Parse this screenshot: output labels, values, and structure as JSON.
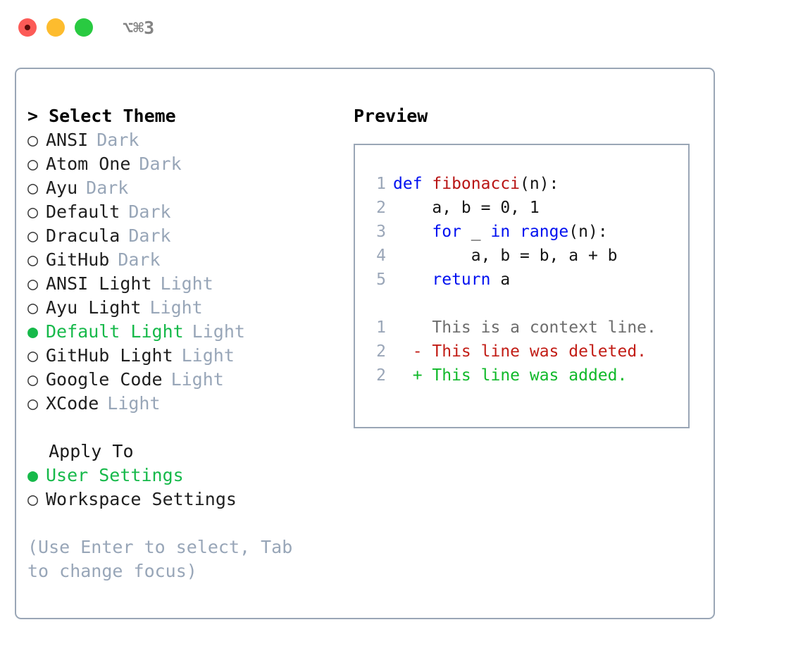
{
  "window": {
    "title": "⌥⌘3",
    "traffic_lights": [
      {
        "name": "close-button",
        "color": "#fc5b57"
      },
      {
        "name": "minimize-button",
        "color": "#fdbc2e"
      },
      {
        "name": "maximize-button",
        "color": "#29ca41"
      }
    ]
  },
  "theme_section": {
    "title": "> Select Theme",
    "options": [
      {
        "bullet": "○",
        "label": "ANSI",
        "tag": "Dark",
        "selected": false
      },
      {
        "bullet": "○",
        "label": "Atom One",
        "tag": "Dark",
        "selected": false
      },
      {
        "bullet": "○",
        "label": "Ayu",
        "tag": "Dark",
        "selected": false
      },
      {
        "bullet": "○",
        "label": "Default",
        "tag": "Dark",
        "selected": false
      },
      {
        "bullet": "○",
        "label": "Dracula",
        "tag": "Dark",
        "selected": false
      },
      {
        "bullet": "○",
        "label": "GitHub",
        "tag": "Dark",
        "selected": false
      },
      {
        "bullet": "○",
        "label": "ANSI Light",
        "tag": "Light",
        "selected": false
      },
      {
        "bullet": "○",
        "label": "Ayu Light",
        "tag": "Light",
        "selected": false
      },
      {
        "bullet": "●",
        "label": "Default Light",
        "tag": "Light",
        "selected": true
      },
      {
        "bullet": "○",
        "label": "GitHub Light",
        "tag": "Light",
        "selected": false
      },
      {
        "bullet": "○",
        "label": "Google Code",
        "tag": "Light",
        "selected": false
      },
      {
        "bullet": "○",
        "label": "XCode",
        "tag": "Light",
        "selected": false
      }
    ]
  },
  "apply_section": {
    "title": "  Apply To",
    "options": [
      {
        "bullet": "●",
        "label": "User Settings",
        "selected": true
      },
      {
        "bullet": "○",
        "label": "Workspace Settings",
        "selected": false
      }
    ]
  },
  "hint": "(Use Enter to select, Tab to change focus)",
  "preview": {
    "title": "Preview",
    "code_lines": [
      {
        "num": "1",
        "tokens": [
          {
            "t": "def ",
            "c": "kw"
          },
          {
            "t": "fibonacci",
            "c": "fn"
          },
          {
            "t": "(n):",
            "c": "plain"
          }
        ]
      },
      {
        "num": "2",
        "tokens": [
          {
            "t": "    a, b = 0, 1",
            "c": "plain"
          }
        ]
      },
      {
        "num": "3",
        "tokens": [
          {
            "t": "    ",
            "c": "plain"
          },
          {
            "t": "for",
            "c": "kw"
          },
          {
            "t": " _ ",
            "c": "plain"
          },
          {
            "t": "in",
            "c": "kw"
          },
          {
            "t": " ",
            "c": "plain"
          },
          {
            "t": "range",
            "c": "kw"
          },
          {
            "t": "(n):",
            "c": "plain"
          }
        ]
      },
      {
        "num": "4",
        "tokens": [
          {
            "t": "        a, b = b, a + b",
            "c": "plain"
          }
        ]
      },
      {
        "num": "5",
        "tokens": [
          {
            "t": "    ",
            "c": "plain"
          },
          {
            "t": "return",
            "c": "kw"
          },
          {
            "t": " a",
            "c": "plain"
          }
        ]
      }
    ],
    "diff_lines": [
      {
        "num": "1",
        "marker": "  ",
        "text": "This is a context line.",
        "kind": "ctx"
      },
      {
        "num": "2",
        "marker": "- ",
        "text": "This line was deleted.",
        "kind": "del"
      },
      {
        "num": "2",
        "marker": "+ ",
        "text": "This line was added.",
        "kind": "add"
      }
    ]
  },
  "colors": {
    "accent_green": "#16b94a",
    "muted": "#98a6b8",
    "border": "#9aa6b6",
    "keyword": "#0010f0",
    "function": "#b81414",
    "diff_add": "#10b92a",
    "diff_del": "#c21d16"
  }
}
